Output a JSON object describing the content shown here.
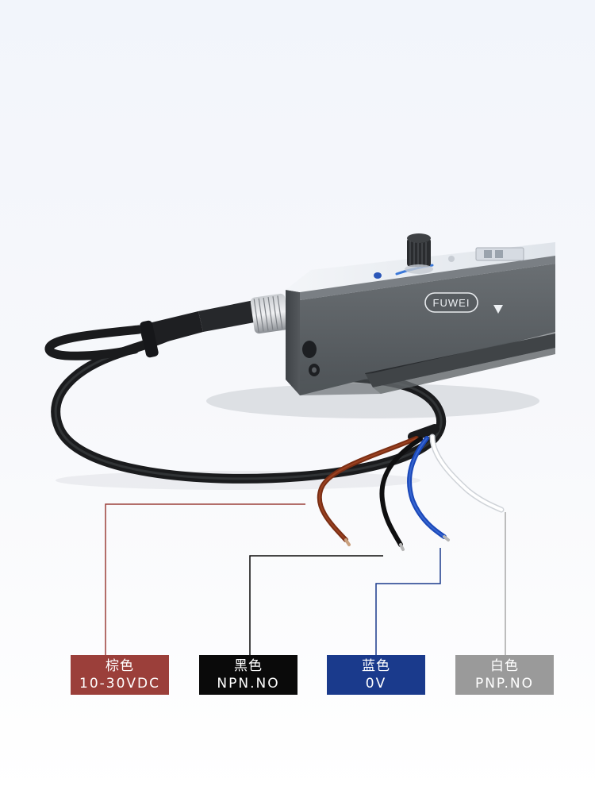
{
  "brand": "FUWEI",
  "colors": {
    "brown": "#9b3f3a",
    "black": "#0a0a0a",
    "blue": "#1a3a8c",
    "white": "#9a9a9a",
    "sensor_body": "#5f6468"
  },
  "wires": [
    {
      "id": "brown",
      "color_name": "棕色",
      "function": "10-30VDC",
      "color": "#9b3f3a"
    },
    {
      "id": "black",
      "color_name": "黑色",
      "function": "NPN.NO",
      "color": "#0a0a0a"
    },
    {
      "id": "blue",
      "color_name": "蓝色",
      "function": "0V",
      "color": "#1a3a8c"
    },
    {
      "id": "white",
      "color_name": "白色",
      "function": "PNP.NO",
      "color": "#9a9a9a"
    }
  ]
}
